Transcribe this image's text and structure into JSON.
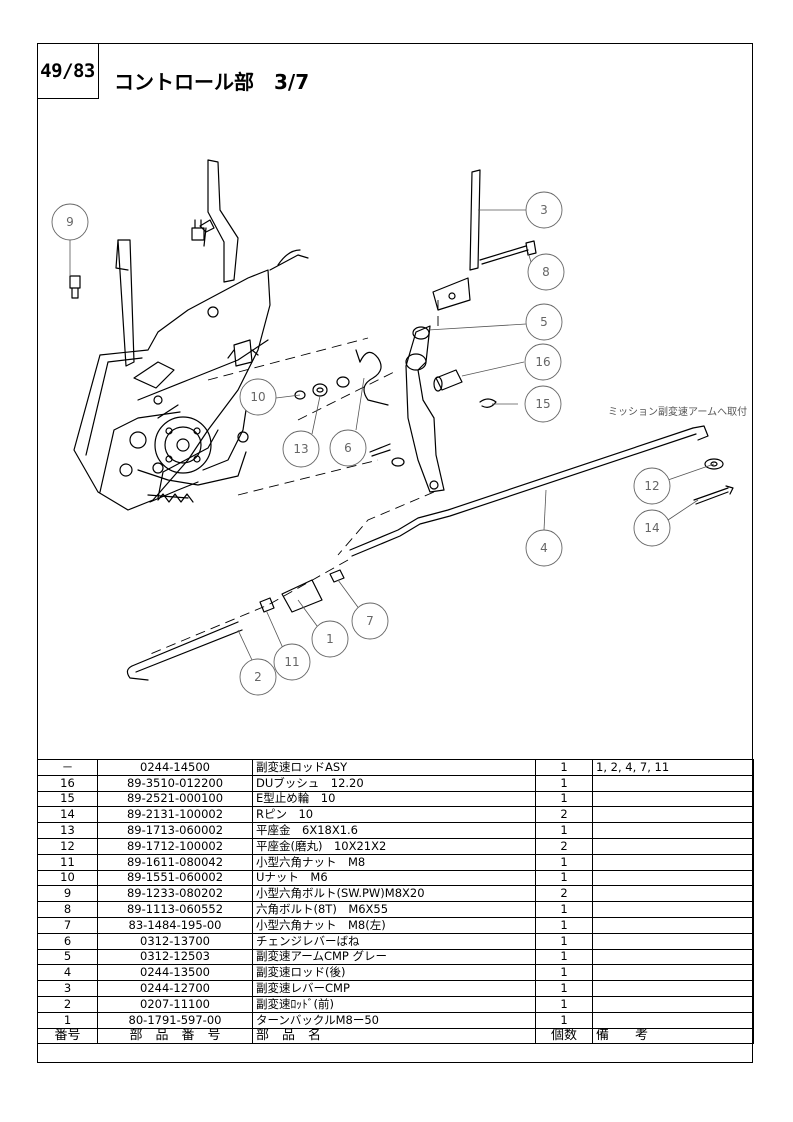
{
  "header": {
    "page_number": "49/83",
    "title": "コントロール部　3/7"
  },
  "drawing": {
    "note": "ミッション副変速アームへ取付",
    "callouts": [
      "9",
      "3",
      "8",
      "5",
      "16",
      "15",
      "10",
      "13",
      "6",
      "12",
      "14",
      "4",
      "7",
      "1",
      "11",
      "2"
    ]
  },
  "parts_table": {
    "headers": {
      "no": "番号",
      "part_number": "部　品　番　号",
      "name": "部　品　名",
      "qty": "個数",
      "remarks": "備　　考"
    },
    "rows": [
      {
        "no": "－",
        "part_number": "0244-14500",
        "name": "副変速ロッドASY",
        "qty": "1",
        "remarks": "1, 2, 4, 7, 11"
      },
      {
        "no": "16",
        "part_number": "89-3510-012200",
        "name": "DUブッシュ　12.20",
        "qty": "1",
        "remarks": ""
      },
      {
        "no": "15",
        "part_number": "89-2521-000100",
        "name": "E型止め輪　10",
        "qty": "1",
        "remarks": ""
      },
      {
        "no": "14",
        "part_number": "89-2131-100002",
        "name": "Rピン　10",
        "qty": "2",
        "remarks": ""
      },
      {
        "no": "13",
        "part_number": "89-1713-060002",
        "name": "平座金　6X18X1.6",
        "qty": "1",
        "remarks": ""
      },
      {
        "no": "12",
        "part_number": "89-1712-100002",
        "name": "平座金(磨丸)　10X21X2",
        "qty": "2",
        "remarks": ""
      },
      {
        "no": "11",
        "part_number": "89-1611-080042",
        "name": "小型六角ナット　M8",
        "qty": "1",
        "remarks": ""
      },
      {
        "no": "10",
        "part_number": "89-1551-060002",
        "name": "Uナット　M6",
        "qty": "1",
        "remarks": ""
      },
      {
        "no": "9",
        "part_number": "89-1233-080202",
        "name": "小型六角ボルト(SW.PW)M8X20",
        "qty": "2",
        "remarks": ""
      },
      {
        "no": "8",
        "part_number": "89-1113-060552",
        "name": "六角ボルト(8T)　M6X55",
        "qty": "1",
        "remarks": ""
      },
      {
        "no": "7",
        "part_number": "83-1484-195-00",
        "name": "小型六角ナット　M8(左)",
        "qty": "1",
        "remarks": ""
      },
      {
        "no": "6",
        "part_number": "0312-13700",
        "name": "チェンジレバーばね",
        "qty": "1",
        "remarks": ""
      },
      {
        "no": "5",
        "part_number": "0312-12503",
        "name": "副変速アームCMP グレー",
        "qty": "1",
        "remarks": ""
      },
      {
        "no": "4",
        "part_number": "0244-13500",
        "name": "副変速ロッド(後)",
        "qty": "1",
        "remarks": ""
      },
      {
        "no": "3",
        "part_number": "0244-12700",
        "name": "副変速レバーCMP",
        "qty": "1",
        "remarks": ""
      },
      {
        "no": "2",
        "part_number": "0207-11100",
        "name": "副変速ﾛｯﾄﾞ(前)",
        "qty": "1",
        "remarks": ""
      },
      {
        "no": "1",
        "part_number": "80-1791-597-00",
        "name": "ターンバックルM8ー50",
        "qty": "1",
        "remarks": ""
      }
    ]
  }
}
